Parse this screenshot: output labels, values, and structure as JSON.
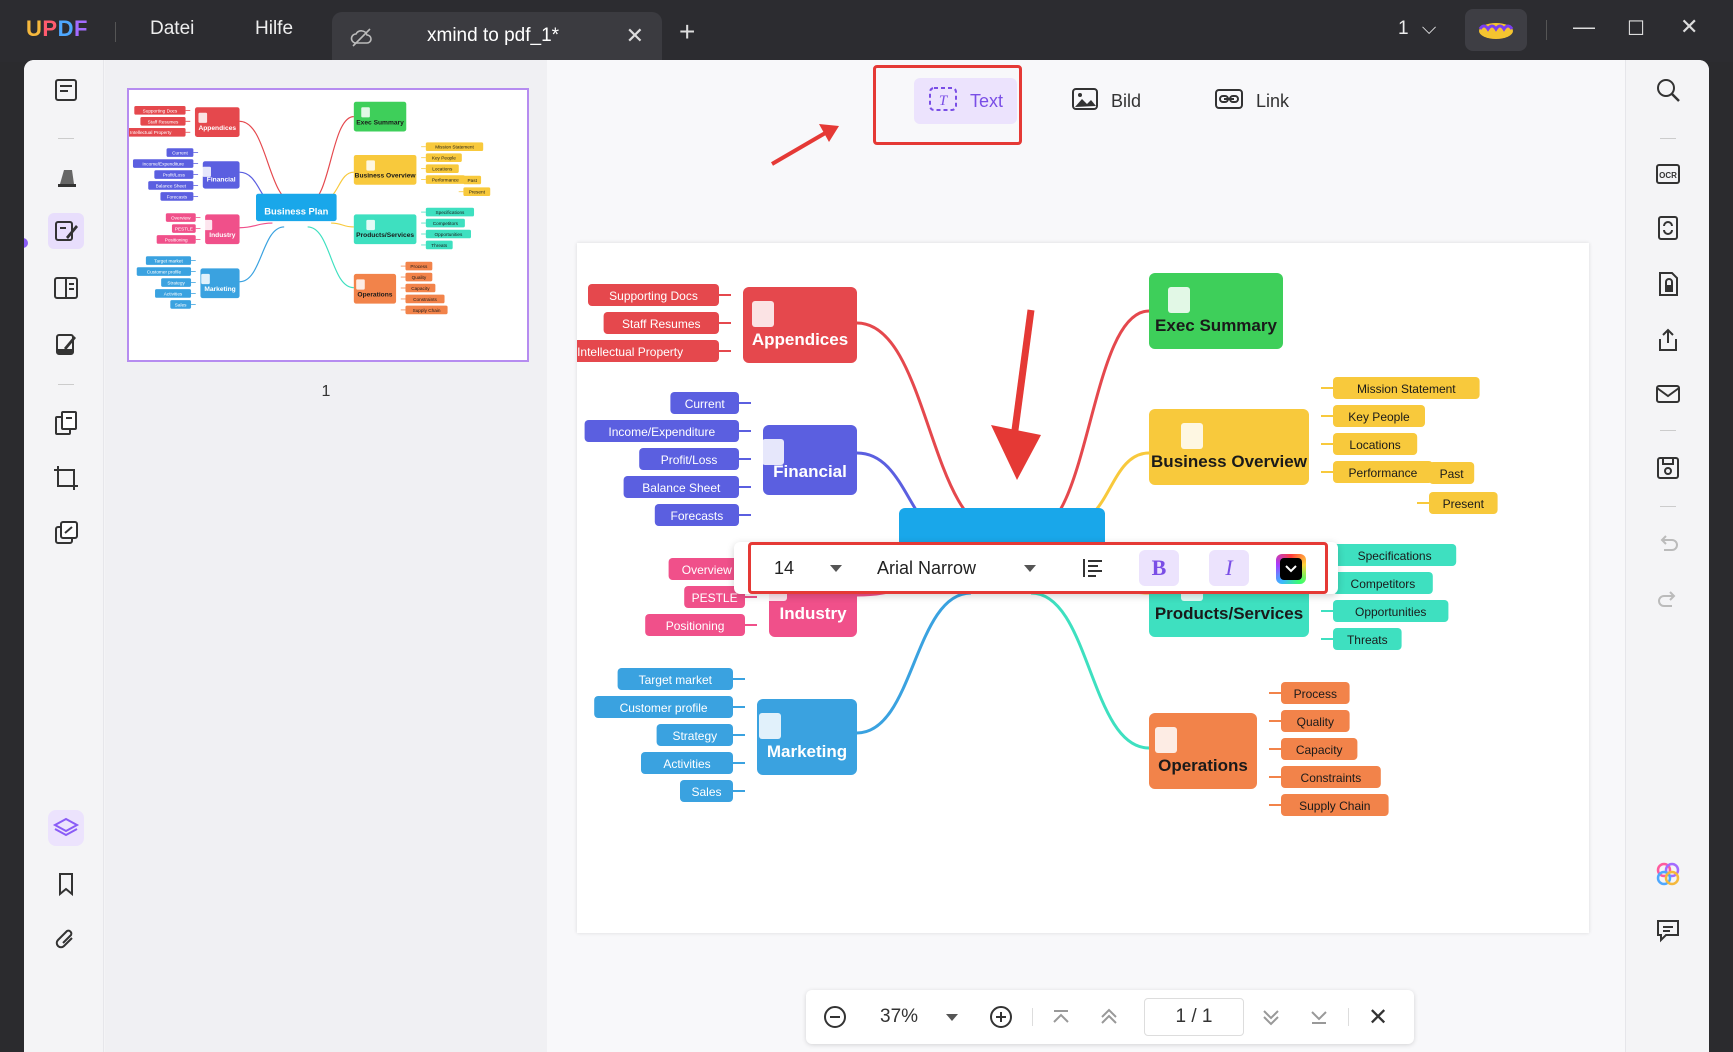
{
  "titlebar": {
    "logo": "UPDF",
    "menu": [
      "Datei",
      "Hilfe"
    ],
    "tab_title": "xmind to pdf_1*",
    "page_selector": "1"
  },
  "thumbnails": {
    "page_number": "1"
  },
  "edit_toolbar": {
    "text": "Text",
    "image": "Bild",
    "link": "Link"
  },
  "format_toolbar": {
    "font_size": "14",
    "font_family": "Arial Narrow",
    "bold": "B",
    "italic": "I"
  },
  "zoom_bar": {
    "zoom": "37%",
    "page_indicator": "1 / 1"
  },
  "mindmap": {
    "center": "Business Plan",
    "branches": {
      "appendices": {
        "label": "Appendices",
        "items": [
          "Supporting Docs",
          "Staff Resumes",
          "Intellectual Property"
        ]
      },
      "financial": {
        "label": "Financial",
        "items": [
          "Current",
          "Income/Expenditure",
          "Profit/Loss",
          "Balance Sheet",
          "Forecasts"
        ]
      },
      "industry": {
        "label": "Industry",
        "items": [
          "Overview",
          "PESTLE",
          "Positioning"
        ]
      },
      "marketing": {
        "label": "Marketing",
        "items": [
          "Target market",
          "Customer profile",
          "Strategy",
          "Activities",
          "Sales"
        ]
      },
      "exec": {
        "label": "Exec Summary"
      },
      "business_overview": {
        "label": "Business Overview",
        "items": [
          "Mission Statement",
          "Key People",
          "Locations",
          "Performance"
        ],
        "performance_items": [
          "Past",
          "Present"
        ]
      },
      "products": {
        "label": "Products/Services",
        "items": [
          "Specifications",
          "Competitors",
          "Opportunities",
          "Threats"
        ]
      },
      "operations": {
        "label": "Operations",
        "items": [
          "Process",
          "Quality",
          "Capacity",
          "Constraints",
          "Supply Chain"
        ]
      }
    },
    "colors": {
      "appendices": "#e5484d",
      "financial": "#5b5fe0",
      "industry": "#f0508a",
      "marketing": "#3aa2e0",
      "exec": "#3ecf5a",
      "overview": "#f8c93c",
      "products": "#3ee0c0",
      "operations": "#f2834a",
      "center": "#19a7ea"
    }
  }
}
